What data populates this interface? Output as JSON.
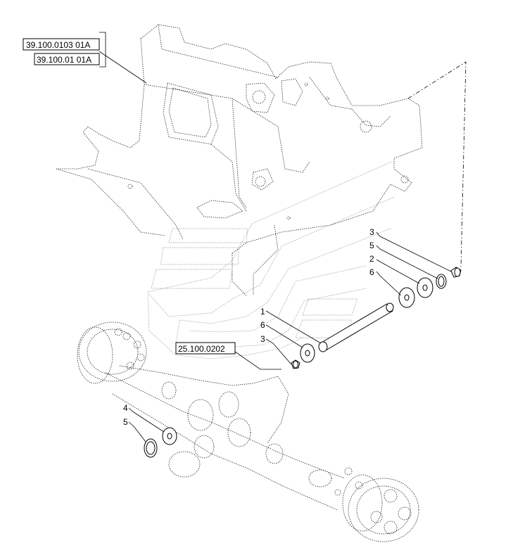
{
  "references": {
    "ref1": "39.100.0103 01A",
    "ref2": "39.100.01 01A",
    "ref3": "25.100.0202"
  },
  "callouts": {
    "c3_top": "3",
    "c5_top": "5",
    "c2": "2",
    "c6_right": "6",
    "c1": "1",
    "c6_mid": "6",
    "c3_mid": "3",
    "c4": "4",
    "c5_low": "5"
  }
}
